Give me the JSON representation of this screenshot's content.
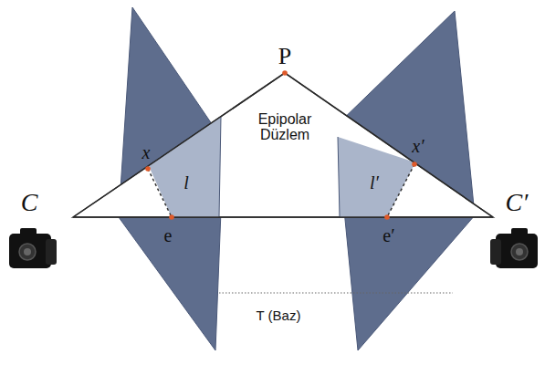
{
  "diagram": {
    "labels": [
      "P",
      "Epipolar Düzlem",
      "x",
      "l",
      "e",
      "x′",
      "l′",
      "e′",
      "C",
      "C′",
      "T (Baz)"
    ]
  }
}
